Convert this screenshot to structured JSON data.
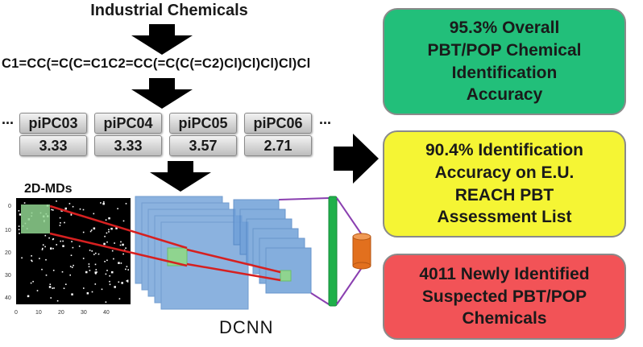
{
  "title": "Industrial Chemicals",
  "smiles": "C1=CC(=C(C=C1C2=CC(=C(C(=C2)Cl)Cl)Cl)Cl)Cl",
  "descriptors": [
    {
      "name": "piPC03",
      "value": "3.33"
    },
    {
      "name": "piPC04",
      "value": "3.33"
    },
    {
      "name": "piPC05",
      "value": "3.57"
    },
    {
      "name": "piPC06",
      "value": "2.71"
    }
  ],
  "ellipsis": "...",
  "md_label": "2D-MDs",
  "axis_ticks": {
    "y": [
      "0",
      "10",
      "20",
      "30",
      "40"
    ],
    "x": [
      "0",
      "10",
      "20",
      "30",
      "40"
    ]
  },
  "dcnn_label": "DCNN",
  "results": [
    {
      "text": "95.3% Overall\nPBT/POP Chemical\nIdentification\nAccuracy",
      "color": "#22bf7a"
    },
    {
      "text": "90.4% Identification\nAccuracy on E.U.\nREACH PBT\nAssessment List",
      "color": "#f5f534"
    },
    {
      "text": "4011 Newly Identified\nSuspected PBT/POP\nChemicals",
      "color": "#f25357"
    }
  ],
  "colors": {
    "layer_blue": "#6fa0d8",
    "patch_green": "#8fd48f",
    "fc_green": "#1fb04a",
    "output_orange": "#e2701e",
    "connector_red": "#d62020",
    "connector_purple": "#8a3fb0"
  }
}
